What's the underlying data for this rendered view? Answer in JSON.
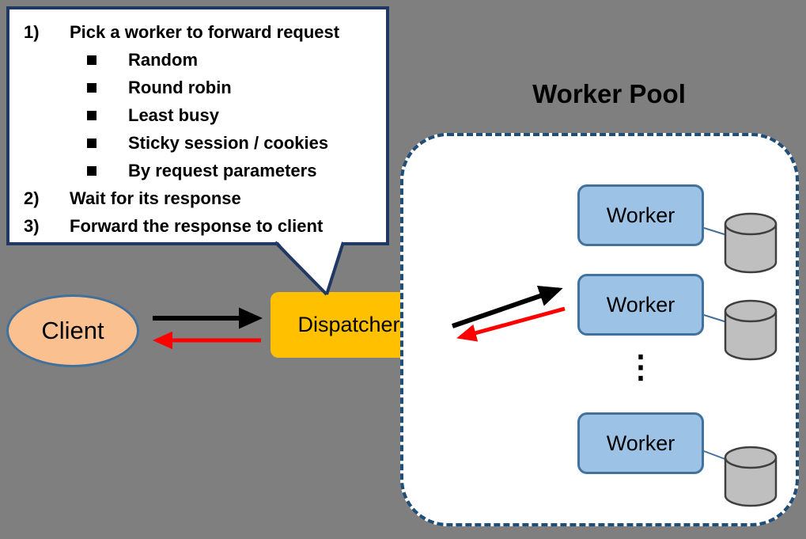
{
  "callout": {
    "steps": [
      {
        "num": "1)",
        "text": "Pick a worker to forward request"
      },
      {
        "num": "2)",
        "text": "Wait for its response"
      },
      {
        "num": "3)",
        "text": "Forward the response to client"
      }
    ],
    "substeps": [
      "Random",
      "Round robin",
      "Least busy",
      "Sticky session / cookies",
      "By request parameters"
    ]
  },
  "client": {
    "label": "Client"
  },
  "dispatcher": {
    "label": "Dispatcher"
  },
  "worker_pool": {
    "title": "Worker Pool",
    "workers": [
      {
        "label": "Worker"
      },
      {
        "label": "Worker"
      },
      {
        "label": "Worker"
      }
    ]
  },
  "icons": {
    "bullet": "css-square",
    "vertical_ellipsis": "⋮",
    "database": "cylinder"
  },
  "colors": {
    "background": "#7F7F7F",
    "callout_border": "#1F3864",
    "client_fill": "#FAC090",
    "node_border": "#41719C",
    "dispatcher_fill": "#FFC000",
    "worker_fill": "#9CC3E5",
    "pool_border": "#1F4E79",
    "cylinder_fill": "#BFBFBF",
    "arrow_request": "#000000",
    "arrow_response": "#FF0000"
  }
}
